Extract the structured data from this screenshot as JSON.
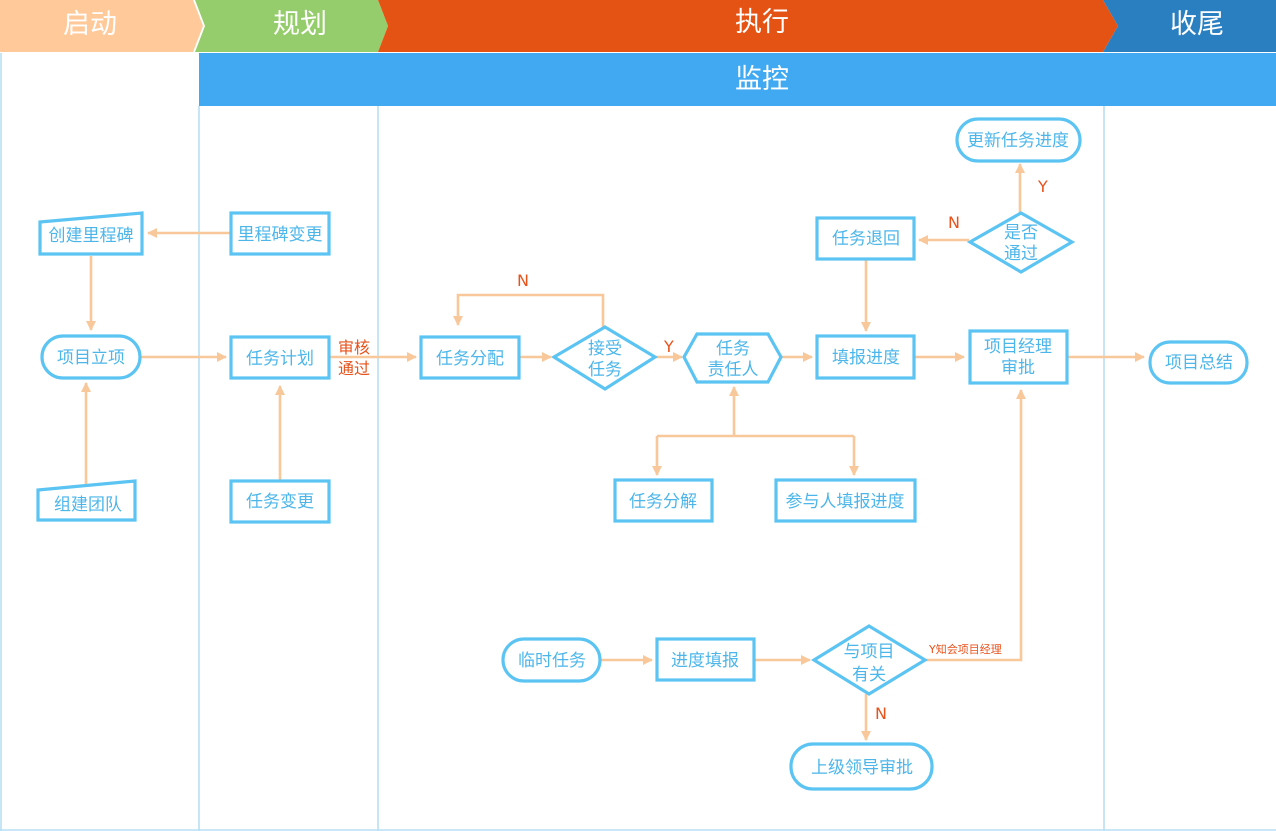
{
  "phases": {
    "start": "启动",
    "plan": "规划",
    "execute": "执行",
    "close": "收尾"
  },
  "monitor": "监控",
  "nodes": {
    "create_milestone": "创建里程碑",
    "milestone_change": "里程碑变更",
    "project_setup": "项目立项",
    "build_team": "组建团队",
    "task_plan": "任务计划",
    "task_change": "任务变更",
    "task_assign": "任务分配",
    "accept_task": [
      "接受",
      "任务"
    ],
    "task_owner": [
      "任务",
      "责任人"
    ],
    "task_decompose": "任务分解",
    "participant_report": "参与人填报进度",
    "fill_progress": "填报进度",
    "task_return": "任务退回",
    "approved_check": [
      "是否",
      "通过"
    ],
    "update_progress": "更新任务进度",
    "pm_approval": [
      "项目经理",
      "审批"
    ],
    "project_summary": "项目总结",
    "temp_task": "临时任务",
    "progress_fill": "进度填报",
    "project_related": [
      "与项目",
      "有关"
    ],
    "superior_approval": "上级领导审批"
  },
  "edge_labels": {
    "review_pass": [
      "审核",
      "通过"
    ],
    "n_accept": "N",
    "y_accept": "Y",
    "n_approved": "N",
    "y_approved": "Y",
    "y_notify_pm": "Y知会项目经理",
    "n_related": "N"
  },
  "colors": {
    "start": "#ffc999",
    "plan": "#95cd6c",
    "execute": "#e55314",
    "close": "#2a7fc1",
    "monitor": "#40a9f1",
    "node_stroke": "#5cc4f2",
    "node_text": "#4cb6ea",
    "arrow": "#f8c79a",
    "label": "#e8521b"
  }
}
